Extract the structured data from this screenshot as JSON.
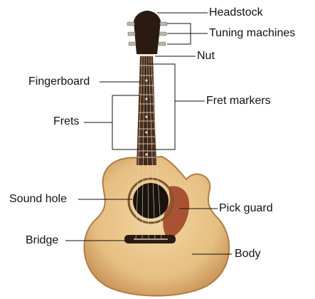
{
  "labels": {
    "headstock": "Headstock",
    "tuning_machines": "Tuning machines",
    "nut": "Nut",
    "fingerboard": "Fingerboard",
    "fret_markers": "Fret markers",
    "frets": "Frets",
    "sound_hole": "Sound hole",
    "pick_guard": "Pick guard",
    "bridge": "Bridge",
    "body": "Body"
  },
  "colors": {
    "body_top": "#e8c48a",
    "body_edge": "#c9955a",
    "neck": "#3b2415",
    "headstock": "#2a1a10",
    "pick_guard": "#a3482a",
    "sound_hole": "#1a120c",
    "leader_line": "#111111"
  }
}
